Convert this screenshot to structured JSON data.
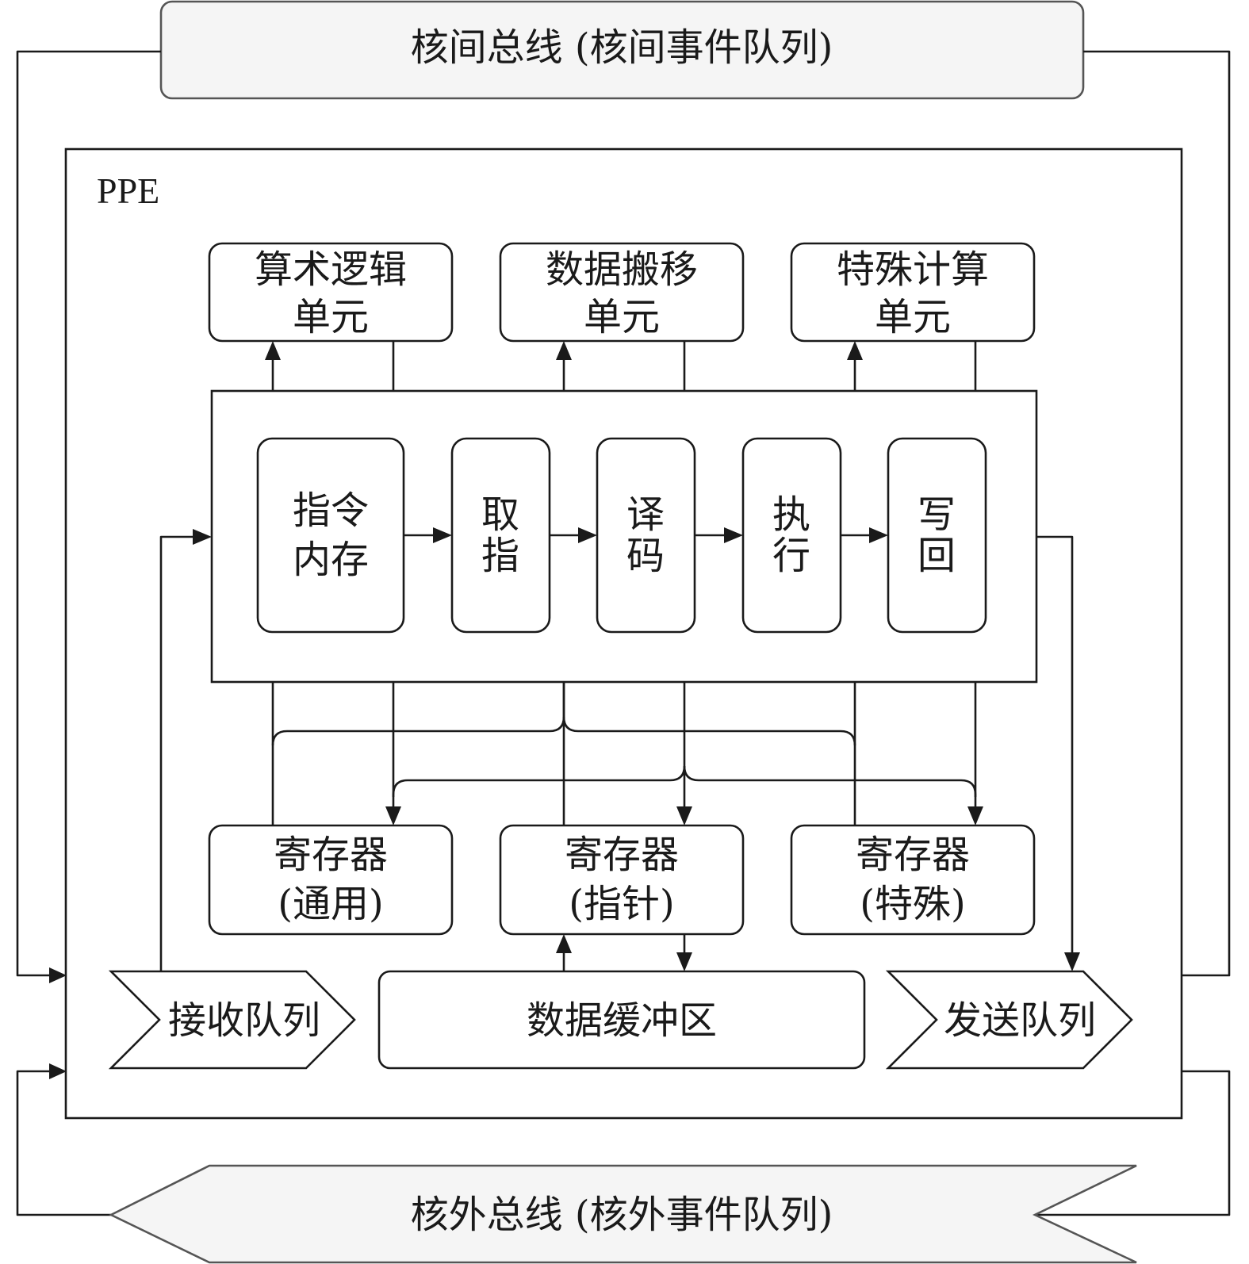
{
  "title": "PPE 处理器结构图",
  "buses": {
    "inter_core": "核间总线 (核间事件队列)",
    "off_core": "核外总线 (核外事件队列)"
  },
  "ppe_label": "PPE",
  "units": {
    "alu": [
      "算术逻辑",
      "单元"
    ],
    "data_move": [
      "数据搬移",
      "单元"
    ],
    "special": [
      "特殊计算",
      "单元"
    ]
  },
  "pipeline": {
    "imem": [
      "指令",
      "内存"
    ],
    "fetch": [
      "取",
      "指"
    ],
    "decode": [
      "译",
      "码"
    ],
    "execute": [
      "执",
      "行"
    ],
    "writeback": [
      "写",
      "回"
    ]
  },
  "registers": {
    "general": [
      "寄存器",
      "(通用)"
    ],
    "pointer": [
      "寄存器",
      "(指针)"
    ],
    "special": [
      "寄存器",
      "(特殊)"
    ]
  },
  "queues": {
    "receive": "接收队列",
    "send": "发送队列"
  },
  "buffer": "数据缓冲区"
}
